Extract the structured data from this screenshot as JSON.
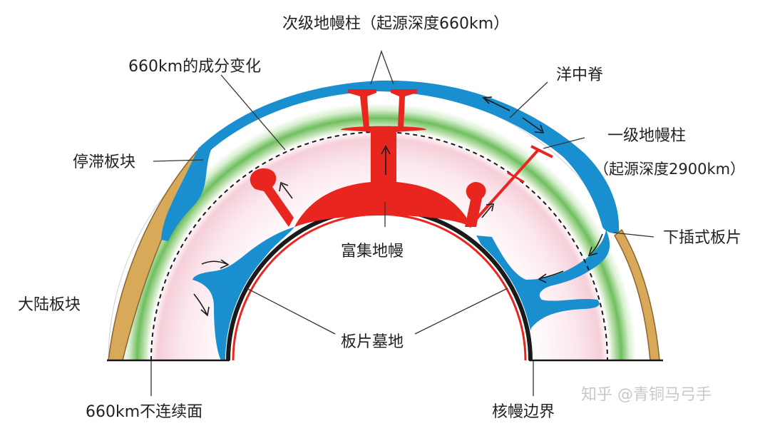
{
  "labels": {
    "secondary_plume": "次级地幔柱（起源深度660km）",
    "composition_660": "660km的成分变化",
    "mid_ocean_ridge": "洋中脊",
    "primary_plume": "一级地幔柱",
    "primary_plume_depth": "（起源深度2900km）",
    "stagnant_slab": "停滞板块",
    "subducting_slab": "下插式板片",
    "continental_plate": "大陆板块",
    "enriched_mantle": "富集地幔",
    "slab_graveyard": "板片墓地",
    "discontinuity_660": "660km不连续面",
    "core_mantle_boundary": "核幔边界"
  },
  "watermark": "知乎 @青铜马弓手",
  "colors": {
    "ocean_plate": "#1a8fd0",
    "continent": "#d9a95a",
    "plume": "#e8261f",
    "core_outline": "#1a1a1a",
    "mantle_green": "#7bc56a",
    "mantle_pink": "#f3c6d0"
  }
}
